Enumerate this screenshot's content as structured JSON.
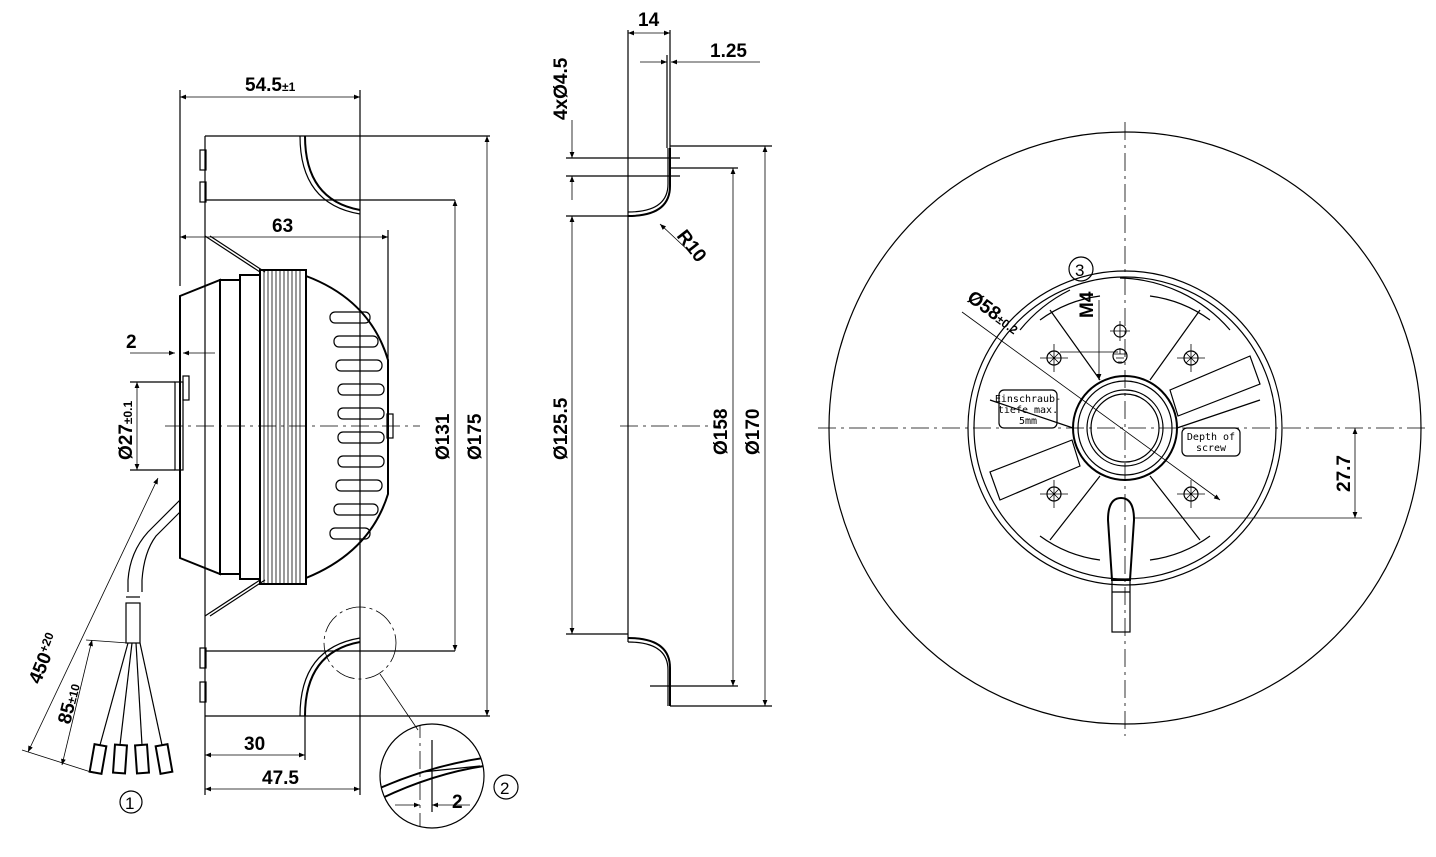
{
  "side_view": {
    "dim_width_total": "54.5",
    "dim_width_total_tol": "±1",
    "dim_motor_depth": "63",
    "dim_flange": "2",
    "dim_hub_dia": "Ø27",
    "dim_hub_dia_tol": "±0.1",
    "dim_inner_dia": "Ø131",
    "dim_outer_dia": "Ø175",
    "dim_offset_30": "30",
    "dim_offset_47": "47.5",
    "dim_cable_len": "450",
    "dim_cable_len_tol": "+20",
    "dim_wire_len": "85",
    "dim_wire_len_tol": "±10",
    "callout_1": "1",
    "callout_2": "2",
    "detail_dim": "2"
  },
  "section_view": {
    "dim_depth": "14",
    "dim_thickness": "1.25",
    "dim_holes": "4xØ4.5",
    "dim_radius": "R10",
    "dim_inlet_dia": "Ø125.5",
    "dim_ring_dia": "Ø158",
    "dim_outer_dia": "Ø170"
  },
  "front_view": {
    "callout_3": "3",
    "dim_thread": "M4",
    "dim_bolt_circle": "Ø58",
    "dim_bolt_circle_tol": "±0.2",
    "dim_cable_offset": "27.7",
    "label_einschraub_1": "Einschraub-",
    "label_einschraub_2": "tiefe max.",
    "label_einschraub_3": "5mm",
    "label_depth_1": "Depth of",
    "label_depth_2": "screw"
  }
}
